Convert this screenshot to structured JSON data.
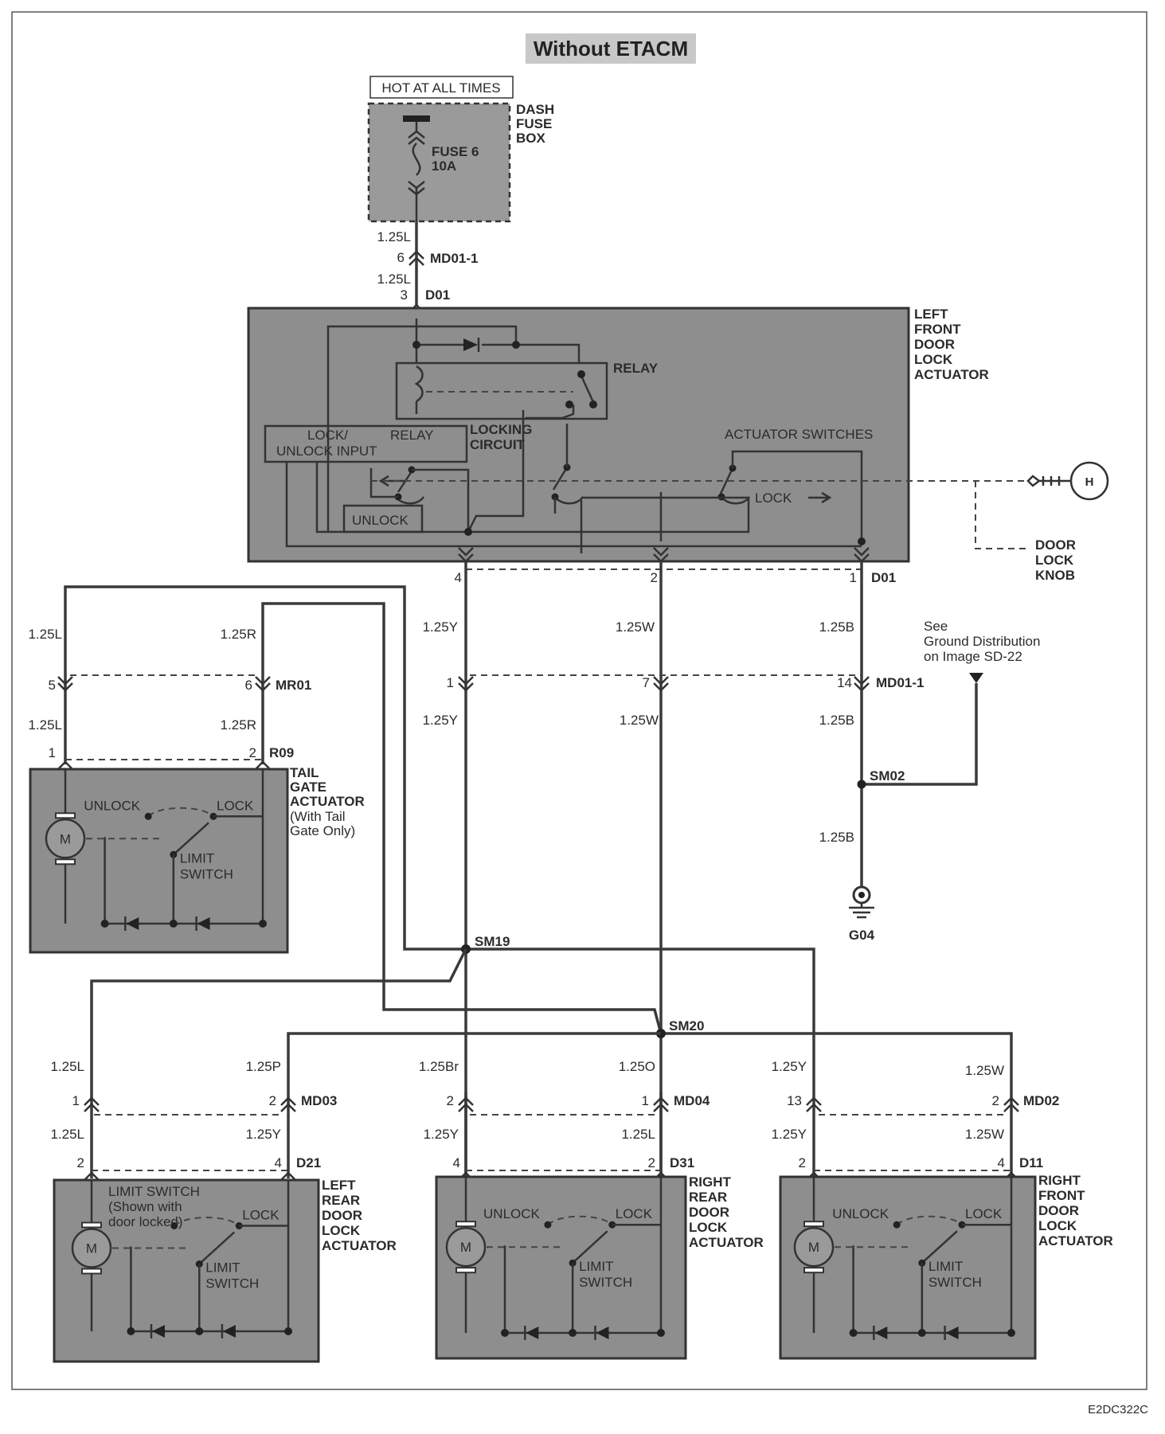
{
  "title": "Without ETACM",
  "footer_code": "E2DC322C",
  "power": {
    "hot_label": "HOT AT ALL TIMES",
    "fuse_box": [
      "DASH",
      "FUSE",
      "BOX"
    ],
    "fuse": [
      "FUSE 6",
      "10A"
    ]
  },
  "left_front": {
    "name": [
      "LEFT",
      "FRONT",
      "DOOR",
      "LOCK",
      "ACTUATOR"
    ],
    "relay": "RELAY",
    "lock_unlock_input": [
      "LOCK/",
      "UNLOCK INPUT"
    ],
    "relay_inner": "RELAY",
    "locking_circuit": [
      "LOCKING",
      "CIRCUIT"
    ],
    "actuator_switches": "ACTUATOR SWITCHES",
    "unlock": "UNLOCK",
    "lock": "LOCK"
  },
  "door_lock_knob": [
    "DOOR",
    "LOCK",
    "KNOB"
  ],
  "ground_note": [
    "See",
    "Ground Distribution",
    "on Image SD-22"
  ],
  "tail_gate": {
    "name": [
      "TAIL",
      "GATE",
      "ACTUATOR"
    ],
    "note": [
      "(With Tail",
      "Gate Only)"
    ],
    "unlock": "UNLOCK",
    "lock": "LOCK",
    "limit_switch": [
      "LIMIT",
      "SWITCH"
    ],
    "motor": "M"
  },
  "left_rear": {
    "name": [
      "LEFT",
      "REAR",
      "DOOR",
      "LOCK",
      "ACTUATOR"
    ],
    "limit_note": [
      "LIMIT SWITCH",
      "(Shown with",
      "door locked)"
    ],
    "lock": "LOCK",
    "limit_switch": [
      "LIMIT",
      "SWITCH"
    ],
    "motor": "M"
  },
  "right_rear": {
    "name": [
      "RIGHT",
      "REAR",
      "DOOR",
      "LOCK",
      "ACTUATOR"
    ],
    "unlock": "UNLOCK",
    "lock": "LOCK",
    "limit_switch": [
      "LIMIT",
      "SWITCH"
    ],
    "motor": "M"
  },
  "right_front": {
    "name": [
      "RIGHT",
      "FRONT",
      "DOOR",
      "LOCK",
      "ACTUATOR"
    ],
    "unlock": "UNLOCK",
    "lock": "LOCK",
    "limit_switch": [
      "LIMIT",
      "SWITCH"
    ],
    "motor": "M"
  },
  "connectors": {
    "md01_top": "MD01-1",
    "d01_top": "D01",
    "d01_mid": "D01",
    "md01_mid": "MD01-1",
    "mr01": "MR01",
    "r09": "R09",
    "md03": "MD03",
    "d21": "D21",
    "md04": "MD04",
    "d31": "D31",
    "md02": "MD02",
    "d11": "D11"
  },
  "splices": {
    "sm02": "SM02",
    "sm19": "SM19",
    "sm20": "SM20",
    "ground": "G04"
  },
  "pins": {
    "p6_top": "6",
    "p3_top": "3",
    "p4_d01": "4",
    "p2_d01": "2",
    "p1_d01": "1",
    "p1_md": "1",
    "p7_md": "7",
    "p14_md": "14",
    "p5_mr": "5",
    "p6_mr": "6",
    "p1_r09": "1",
    "p2_r09": "2",
    "p1_md03": "1",
    "p2_md03": "2",
    "p2_d21": "2",
    "p4_d21": "4",
    "p2_md04": "2",
    "p1_md04": "1",
    "p4_d31": "4",
    "p2_d31": "2",
    "p13_md02": "13",
    "p2_md02": "2",
    "p2_d11": "2",
    "p4_d11": "4"
  },
  "wires": {
    "w_fuse": "1.25L",
    "w_d01": "1.25L",
    "w_y1": "1.25Y",
    "w_w1": "1.25W",
    "w_b1": "1.25B",
    "w_y2": "1.25Y",
    "w_w2": "1.25W",
    "w_b2": "1.25B",
    "w_b3": "1.25B",
    "w_l1": "1.25L",
    "w_r1": "1.25R",
    "w_l2": "1.25L",
    "w_r2": "1.25R",
    "lr_l1": "1.25L",
    "lr_p": "1.25P",
    "lr_l2": "1.25L",
    "lr_y": "1.25Y",
    "rr_br": "1.25Br",
    "rr_o": "1.25O",
    "rr_y": "1.25Y",
    "rr_l": "1.25L",
    "rf_y1": "1.25Y",
    "rf_w1": "1.25W",
    "rf_y2": "1.25Y",
    "rf_w2": "1.25W"
  }
}
